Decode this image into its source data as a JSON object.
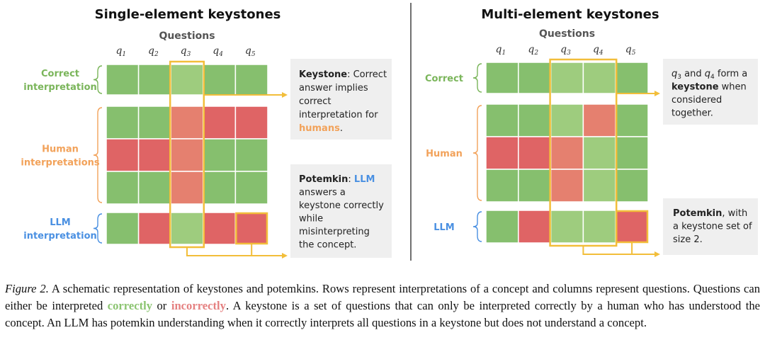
{
  "colors": {
    "green_strong": "#86bf6e",
    "green_light": "#9ecc7e",
    "red_strong": "#df6465",
    "red_light": "#e5806f",
    "grid_line": "#ffffff",
    "highlight": "#f2be3a",
    "label_correct": "#7ab55a",
    "label_human": "#f2a25a",
    "label_llm": "#4a90e2",
    "callout_bg": "#efefef",
    "callout_human": "#f2a25a",
    "callout_llm": "#4a90e2",
    "divider": "#333333"
  },
  "panels": [
    {
      "title": "Single-element keystones",
      "questions_label": "Questions",
      "questions": [
        "1",
        "2",
        "3",
        "4",
        "5"
      ],
      "row_labels": {
        "correct": [
          "Correct",
          "interpretation"
        ],
        "human": [
          "Human",
          "interpretations"
        ],
        "llm": [
          "LLM",
          "interpretation"
        ]
      },
      "grid": {
        "correct": [
          [
            "G",
            "G",
            "g",
            "G",
            "G"
          ]
        ],
        "human": [
          [
            "G",
            "G",
            "r",
            "R",
            "R"
          ],
          [
            "R",
            "R",
            "r",
            "G",
            "G"
          ],
          [
            "G",
            "G",
            "r",
            "G",
            "G"
          ]
        ],
        "llm": [
          [
            "G",
            "R",
            "g",
            "R",
            "R"
          ]
        ]
      },
      "keystone_columns": [
        3
      ],
      "potemkin_column": 5,
      "callouts": {
        "keystone": {
          "bold": "Keystone",
          "rest": ": Correct answer implies correct interpretation for ",
          "highlight": "humans",
          "end": "."
        },
        "potemkin": {
          "bold": "Potemkin",
          "sep": ": ",
          "highlight": "LLM",
          "rest": " answers a keystone correctly while misinterpreting the concept."
        }
      }
    },
    {
      "title": "Multi-element keystones",
      "questions_label": "Questions",
      "questions": [
        "1",
        "2",
        "3",
        "4",
        "5"
      ],
      "row_labels": {
        "correct": [
          "Correct"
        ],
        "human": [
          "Human"
        ],
        "llm": [
          "LLM"
        ]
      },
      "grid": {
        "correct": [
          [
            "G",
            "G",
            "g",
            "g",
            "G"
          ]
        ],
        "human": [
          [
            "G",
            "G",
            "g",
            "r",
            "G"
          ],
          [
            "R",
            "R",
            "r",
            "g",
            "G"
          ],
          [
            "G",
            "G",
            "r",
            "g",
            "G"
          ]
        ],
        "llm": [
          [
            "G",
            "R",
            "g",
            "g",
            "R"
          ]
        ]
      },
      "keystone_columns": [
        3,
        4
      ],
      "potemkin_column": 5,
      "callouts": {
        "keystone": {
          "q_a": "3",
          "q_b": "4",
          "mid": " form a ",
          "bold": "keystone",
          "rest": " when considered together."
        },
        "potemkin": {
          "bold": "Potemkin",
          "rest": ", with a keystone set of size 2."
        }
      }
    }
  ],
  "caption": {
    "label": "Figure 2.",
    "text1": " A schematic representation of keystones and potemkins. Rows represent interpretations of a concept and columns represent questions. Questions can either be interpreted ",
    "correctly": "correctly",
    "or": " or ",
    "incorrectly": "incorrectly",
    "text2": ". A keystone is a set of questions that can only be interpreted correctly by a human who has understood the concept. An LLM has potemkin understanding when it correctly interprets all questions in a keystone but does not understand a concept."
  }
}
